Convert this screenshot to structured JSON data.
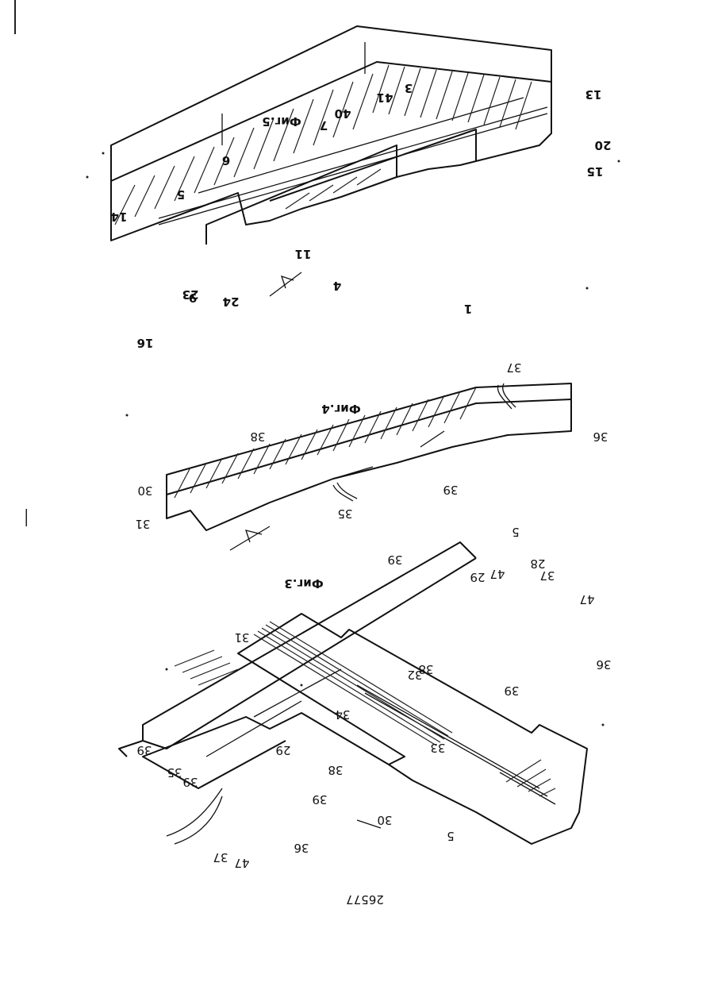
{
  "page_number": "26577",
  "figures": [
    {
      "caption": "Фиг.5",
      "labels": [
        "1",
        "3",
        "4",
        "5",
        "6",
        "7",
        "9",
        "11",
        "13",
        "14",
        "15",
        "16",
        "20",
        "23",
        "24",
        "40",
        "41"
      ]
    },
    {
      "caption": "Фиг.4",
      "labels": [
        "5",
        "30",
        "31",
        "35",
        "36",
        "37",
        "38",
        "39"
      ]
    },
    {
      "caption": "Фиг.3",
      "labels": [
        "5",
        "28",
        "29",
        "29",
        "30",
        "31",
        "32",
        "33",
        "34",
        "35",
        "36",
        "36",
        "37",
        "37",
        "38",
        "38",
        "39",
        "39",
        "39",
        "39",
        "39",
        "47",
        "47",
        "47"
      ]
    }
  ]
}
